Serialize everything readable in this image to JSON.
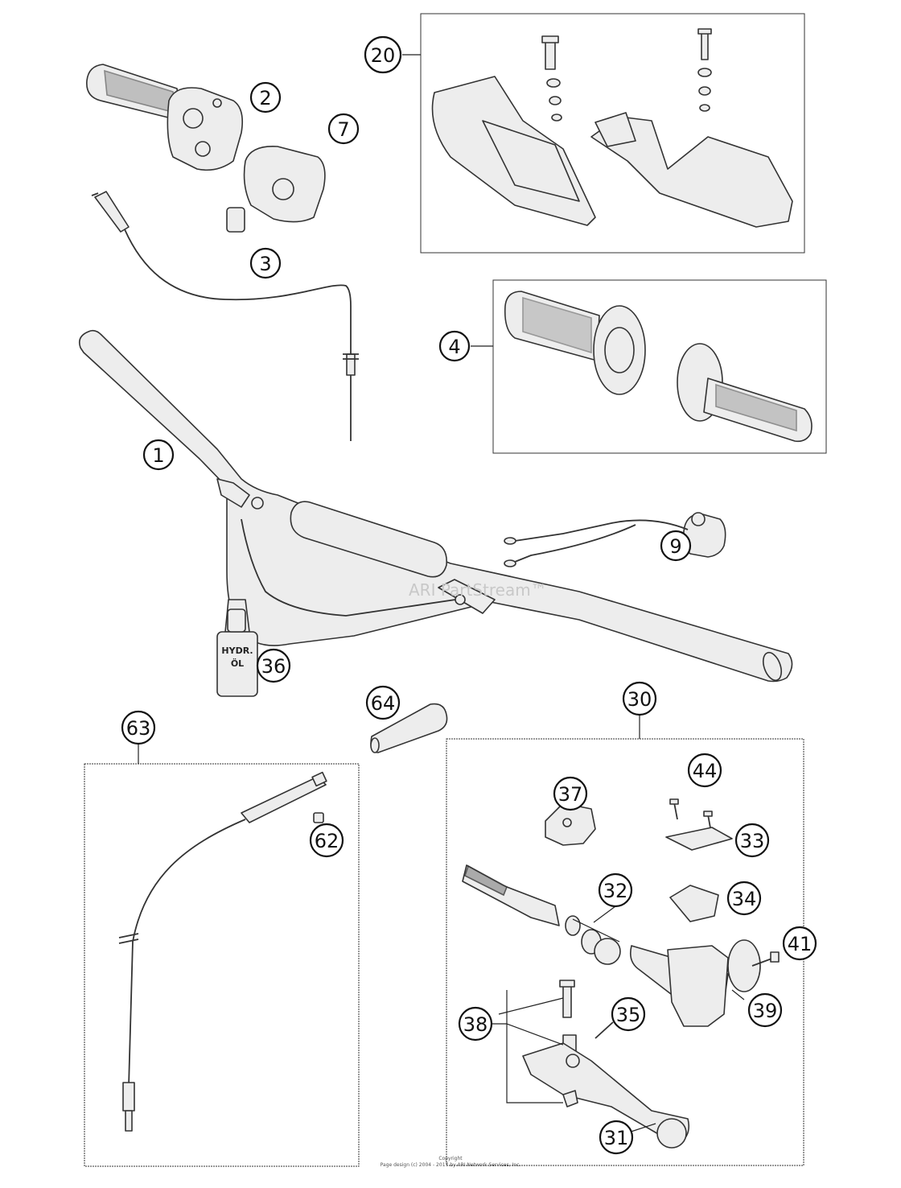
{
  "callouts": [
    {
      "id": "c1",
      "label": "1"
    },
    {
      "id": "c2",
      "label": "2"
    },
    {
      "id": "c3",
      "label": "3"
    },
    {
      "id": "c4",
      "label": "4"
    },
    {
      "id": "c7",
      "label": "7"
    },
    {
      "id": "c9",
      "label": "9"
    },
    {
      "id": "c20",
      "label": "20"
    },
    {
      "id": "c30",
      "label": "30"
    },
    {
      "id": "c31",
      "label": "31"
    },
    {
      "id": "c32",
      "label": "32"
    },
    {
      "id": "c33",
      "label": "33"
    },
    {
      "id": "c34",
      "label": "34"
    },
    {
      "id": "c35",
      "label": "35"
    },
    {
      "id": "c36",
      "label": "36"
    },
    {
      "id": "c37",
      "label": "37"
    },
    {
      "id": "c38",
      "label": "38"
    },
    {
      "id": "c39",
      "label": "39"
    },
    {
      "id": "c41",
      "label": "41"
    },
    {
      "id": "c44",
      "label": "44"
    },
    {
      "id": "c62",
      "label": "62"
    },
    {
      "id": "c63",
      "label": "63"
    },
    {
      "id": "c64",
      "label": "64"
    }
  ],
  "bottle_label": {
    "line1": "HYDR.",
    "line2": "ÖL"
  },
  "watermark": "ARI PartStream™",
  "footer": {
    "line1": "Copyright",
    "line2": "Page design (c) 2004 - 2017 by ARI Network Services, Inc."
  }
}
